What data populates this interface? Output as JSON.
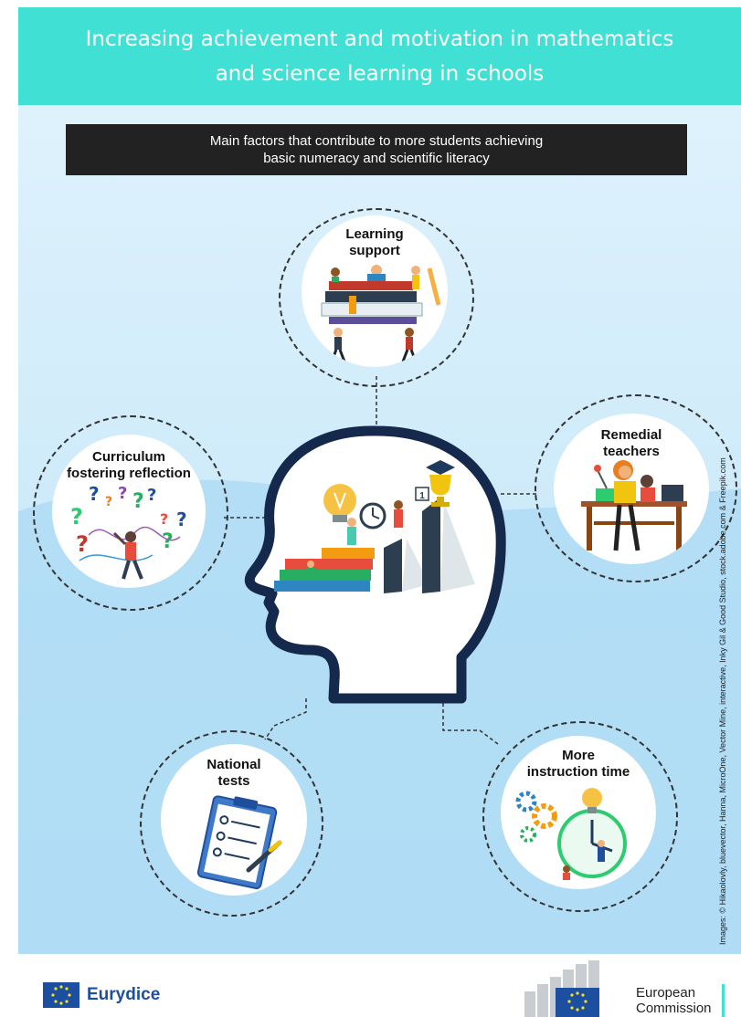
{
  "header": {
    "title_line1": "Increasing achievement and motivation in mathematics",
    "title_line2": "and science learning in schools"
  },
  "subtitle": {
    "line1": "Main factors that contribute to more students achieving",
    "line2": "basic numeracy and scientific literacy"
  },
  "factors": [
    {
      "line1": "Learning",
      "line2": "support"
    },
    {
      "line1": "Remedial",
      "line2": "teachers"
    },
    {
      "line1": "Curriculum",
      "line2": "fostering reflection"
    },
    {
      "line1": "National",
      "line2": "tests"
    },
    {
      "line1": "More",
      "line2": "instruction time"
    }
  ],
  "credit": "Images: © Hikaolovly, bluevector, Hanna, MicroOne, Vector Mine, interactive, Inky Gil & Good Studio, stock.adobe.com & Freepik.com",
  "footer": {
    "eurydice": "Eurydice",
    "ec_line1": "European",
    "ec_line2": "Commission"
  },
  "colors": {
    "header_bg": "#40e0d5",
    "panel_light": "#def2fc",
    "panel_dark": "#b5def6",
    "eu_blue": "#1d4fa1",
    "eu_yellow": "#f8e21c"
  },
  "icons": [
    "head-silhouette-icon",
    "books-icon",
    "lightbulb-icon",
    "trophy-icon",
    "clock-icon",
    "question-marks-icon",
    "clipboard-icon",
    "gears-icon",
    "eu-flag-icon"
  ]
}
